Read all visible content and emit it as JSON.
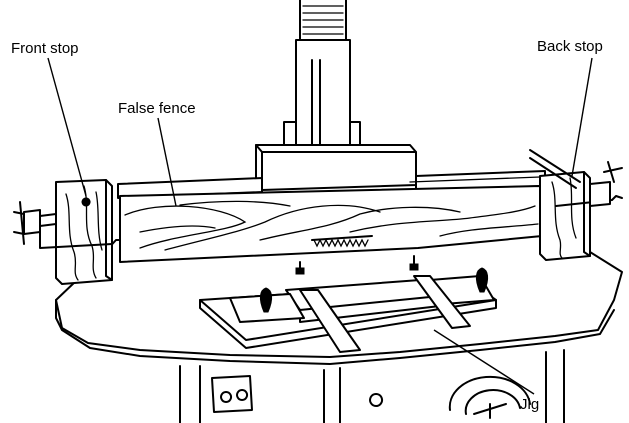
{
  "labels": {
    "front_stop": "Front stop",
    "false_fence": "False fence",
    "back_stop": "Back stop",
    "jig": "Jig"
  },
  "colors": {
    "ink": "#000000",
    "paper": "#ffffff"
  }
}
